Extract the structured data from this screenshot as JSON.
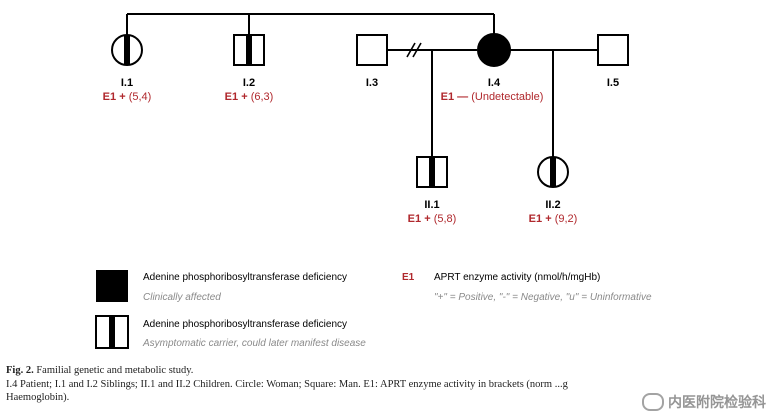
{
  "individuals": {
    "I1": {
      "id": "I.1",
      "e1": "E1",
      "sign": "+",
      "value": "(5,4)"
    },
    "I2": {
      "id": "I.2",
      "e1": "E1",
      "sign": "+",
      "value": "(6,3)"
    },
    "I3": {
      "id": "I.3"
    },
    "I4": {
      "id": "I.4",
      "e1": "E1",
      "sign": "—",
      "value": "(Undetectable)"
    },
    "I5": {
      "id": "I.5"
    },
    "II1": {
      "id": "II.1",
      "e1": "E1",
      "sign": "+",
      "value": "(5,8)"
    },
    "II2": {
      "id": "II.2",
      "e1": "E1",
      "sign": "+",
      "value": "(9,2)"
    }
  },
  "legend": {
    "affected_title": "Adenine phosphoribosyltransferase deficiency",
    "affected_sub": "Clinically affected",
    "carrier_title": "Adenine phosphoribosyltransferase deficiency",
    "carrier_sub": "Asymptomatic carrier, could later manifest disease",
    "e1_key": "E1",
    "e1_title": "APRT enzyme activity (nmol/h/mgHb)",
    "e1_sub": "\"+\" = Positive, \"-\" = Negative, \"u\" = Uninformative"
  },
  "caption": {
    "figlabel": "Fig. 2.",
    "title": "Familial genetic and metabolic study.",
    "line2": "I.4 Patient; I.1 and I.2 Siblings; II.1 and II.2 Children. Circle: Woman; Square: Man. E1: APRT enzyme activity in brackets (norm",
    "line2_tail": "...g",
    "line3": "Haemoglobin)."
  },
  "watermark": "内医附院检验科",
  "colors": {
    "red": "#b0282d",
    "black": "#000000",
    "grey": "#8a8a8a"
  }
}
